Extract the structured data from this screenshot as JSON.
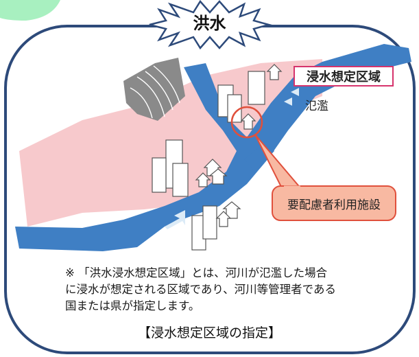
{
  "title": "洪水",
  "zone_label": "浸水想定区域",
  "overflow_label": "氾濫",
  "facility_label": "要配慮者利用施設",
  "note": {
    "line1": "※ 「洪水浸水想定区域」とは、河川が氾濫した場合",
    "line2": "に浸水が想定される区域であり、河川等管理者である",
    "line3": "国または県が指定します。"
  },
  "caption": "【浸水想定区域の指定】",
  "colors": {
    "frame": "#2d4a7a",
    "flood_zone": "#f7c9cc",
    "river": "#3f7fc4",
    "label_border": "#d6336c",
    "callout_fill": "#f8b9a2",
    "callout_border": "#e0503c",
    "top_shape": "#a8f0c0"
  }
}
